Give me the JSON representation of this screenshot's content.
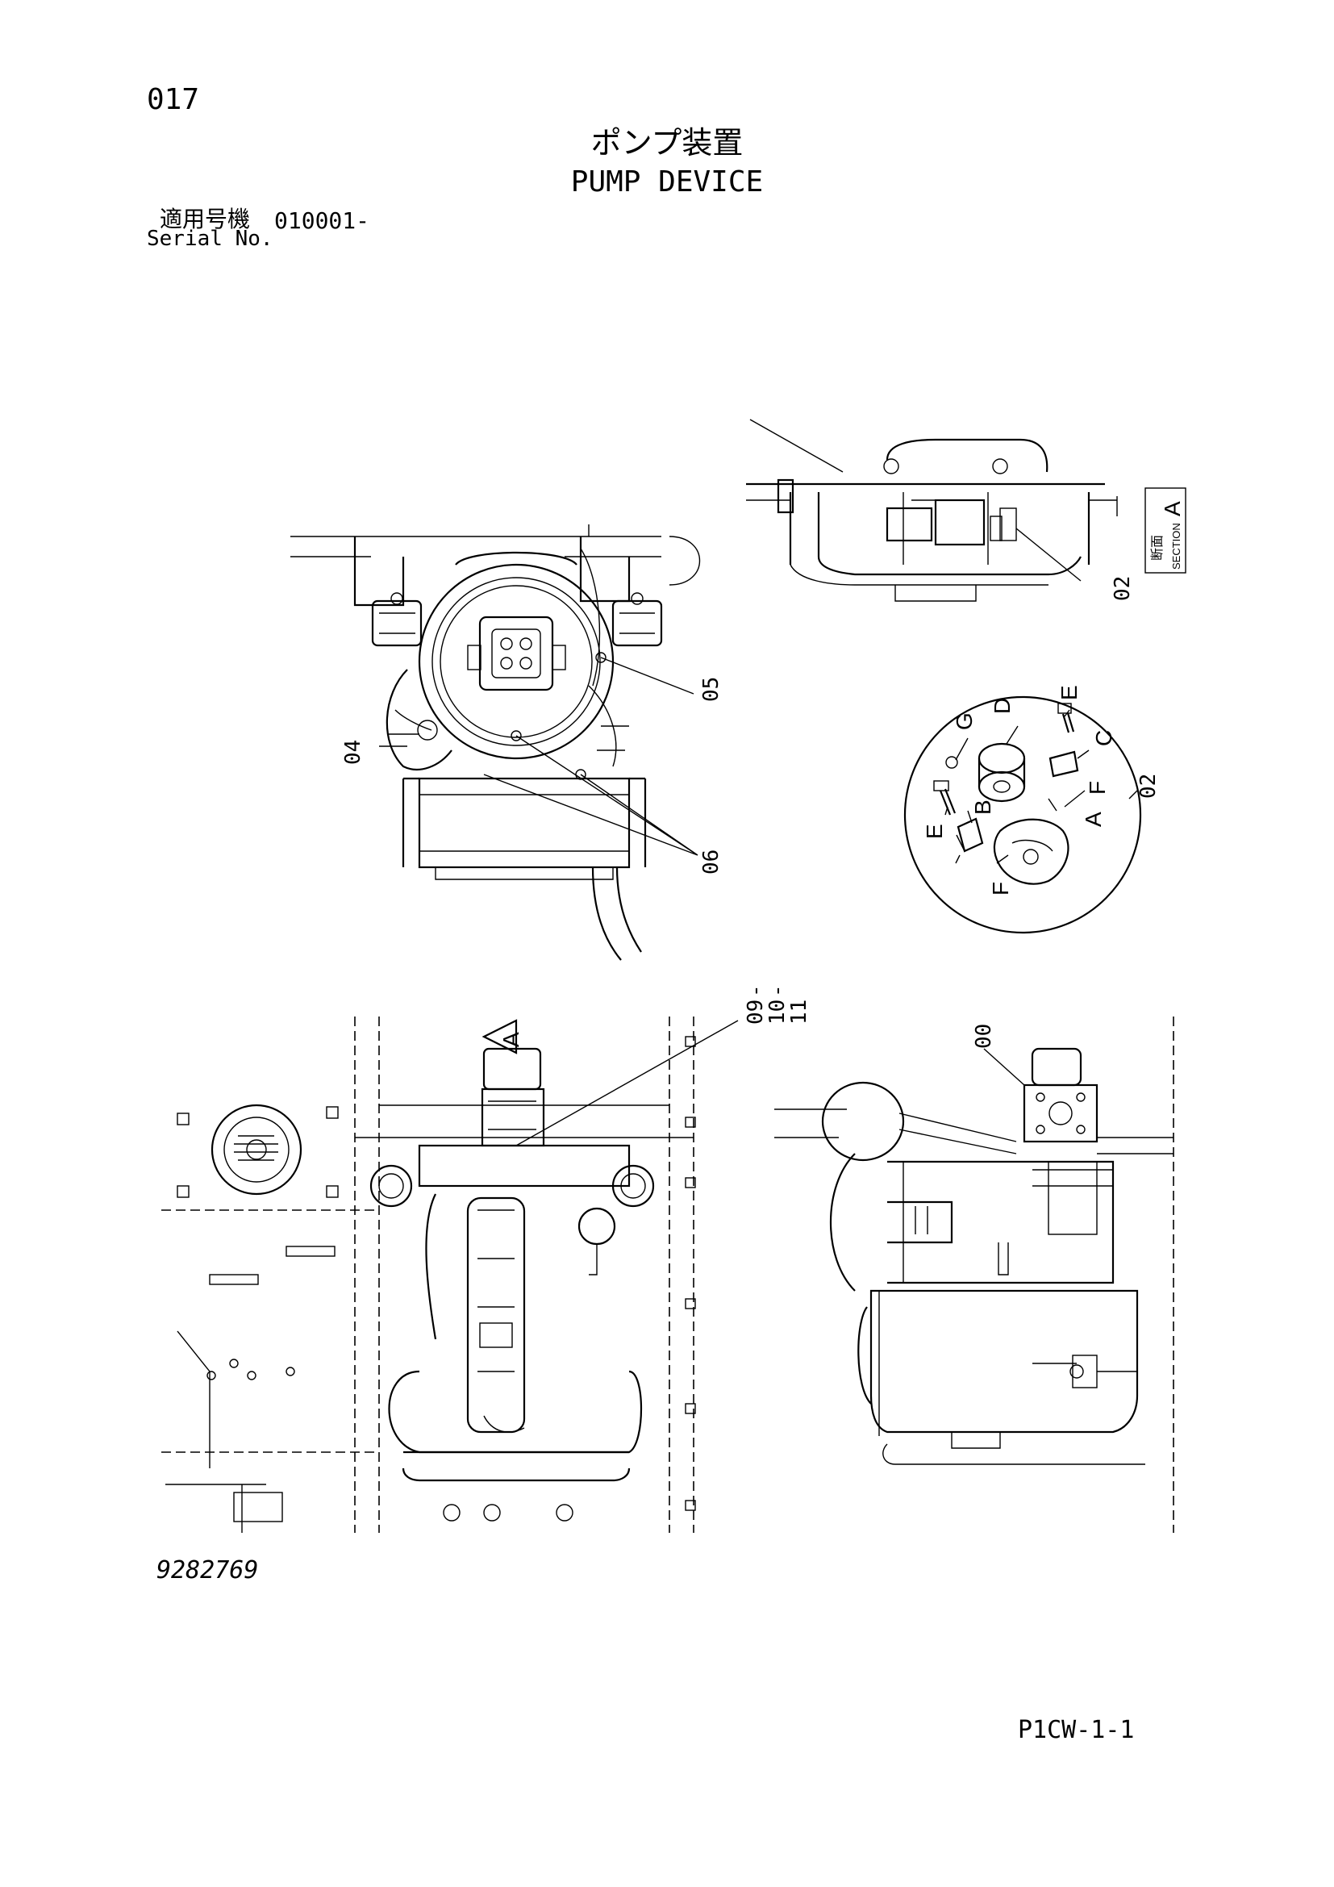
{
  "header": {
    "page_number": "017",
    "title_jp": "ポンプ装置",
    "title_en": "PUMP DEVICE",
    "serial_label_jp": "適用号機",
    "serial_value": "010001-",
    "serial_label_en": "Serial No."
  },
  "footer": {
    "document_number": "9282769",
    "page_code": "P1CW-1-1"
  },
  "callouts": {
    "c00": "00",
    "c02_section": "02",
    "c02_detail": "02",
    "c04": "04",
    "c05": "05",
    "c06": "06",
    "c09": "09",
    "c10": "10",
    "c11": "11"
  },
  "section_box": {
    "jp": "断面",
    "en": "SECTION",
    "letter": "A"
  },
  "view_arrow": {
    "letter": "A"
  },
  "detail_letters": {
    "a": "A",
    "b": "B",
    "c": "C",
    "d": "D",
    "e1": "E",
    "e2": "E",
    "f1": "F",
    "f2": "F",
    "g": "G"
  }
}
